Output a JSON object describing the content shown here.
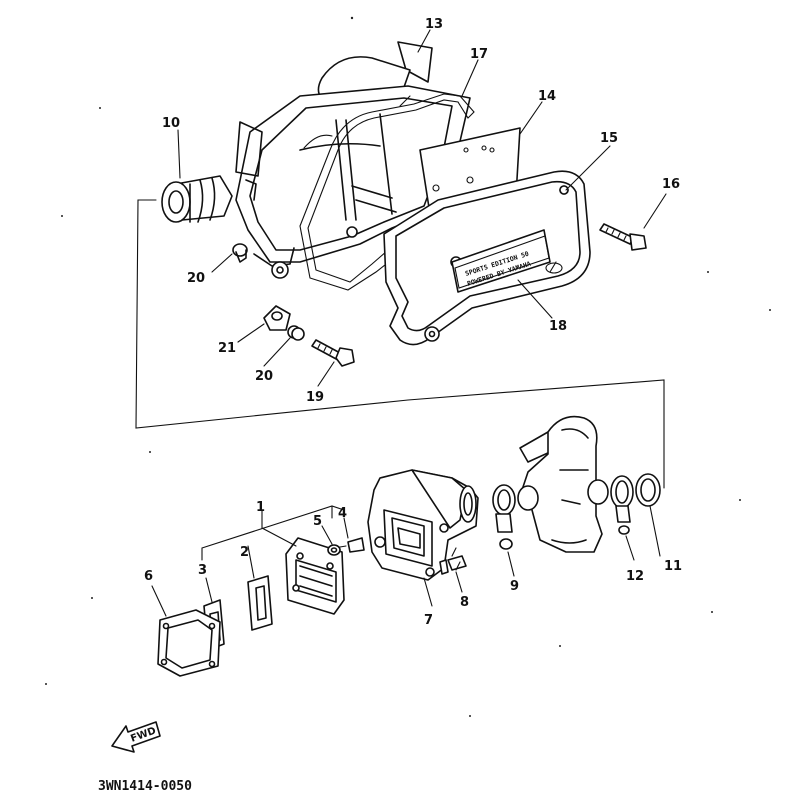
{
  "diagram": {
    "drawing_code": "3WN1414-0050",
    "forward_label": "FWD",
    "cover_plate": {
      "line1": "SPORTS EDITION 50",
      "line2": "POWERED BY YAMAHA"
    },
    "callouts": [
      {
        "id": "1",
        "label": "1"
      },
      {
        "id": "2",
        "label": "2"
      },
      {
        "id": "3",
        "label": "3"
      },
      {
        "id": "4",
        "label": "4"
      },
      {
        "id": "5",
        "label": "5"
      },
      {
        "id": "6",
        "label": "6"
      },
      {
        "id": "7",
        "label": "7"
      },
      {
        "id": "8",
        "label": "8"
      },
      {
        "id": "9",
        "label": "9"
      },
      {
        "id": "10",
        "label": "10"
      },
      {
        "id": "11",
        "label": "11"
      },
      {
        "id": "12",
        "label": "12"
      },
      {
        "id": "13",
        "label": "13"
      },
      {
        "id": "14",
        "label": "14"
      },
      {
        "id": "15",
        "label": "15"
      },
      {
        "id": "16",
        "label": "16"
      },
      {
        "id": "17",
        "label": "17"
      },
      {
        "id": "18",
        "label": "18"
      },
      {
        "id": "19",
        "label": "19"
      },
      {
        "id": "20a",
        "label": "20"
      },
      {
        "id": "20b",
        "label": "20"
      },
      {
        "id": "21",
        "label": "21"
      }
    ]
  }
}
